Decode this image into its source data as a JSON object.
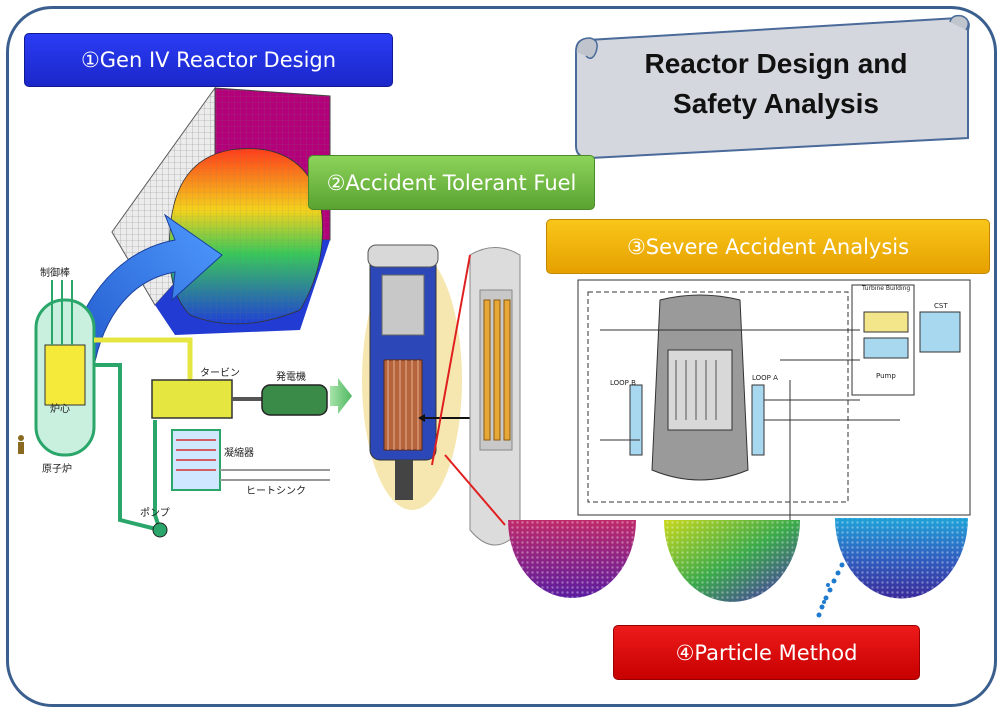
{
  "title_scroll": {
    "line1": "Reactor Design and",
    "line2": "Safety Analysis"
  },
  "topics": [
    {
      "label": "①Gen IV Reactor Design"
    },
    {
      "label": "②Accident Tolerant Fuel"
    },
    {
      "label": "③Severe Accident Analysis"
    },
    {
      "label": "④Particle Method"
    }
  ],
  "plant_diagram": {
    "control_rod": "制御棒",
    "core": "炉心",
    "reactor": "原子炉",
    "turbine": "タービン",
    "generator": "発電機",
    "condenser": "凝縮器",
    "heat_sink": "ヒートシンク",
    "pump": "ポンプ"
  },
  "severe_accident_schematic": {
    "loop_b": "LOOP B",
    "loop_a": "LOOP A",
    "pump": "Pump",
    "cst": "CST",
    "turbine_building": "Turbine Building"
  },
  "colors": {
    "frame": "#3a5f8f",
    "topic1": "#1b27c9",
    "topic2": "#5aa332",
    "topic3": "#e6a000",
    "topic4": "#c70000",
    "arrow_blue": "#2f6fe0",
    "arrow_green": "#5fbf6a"
  }
}
